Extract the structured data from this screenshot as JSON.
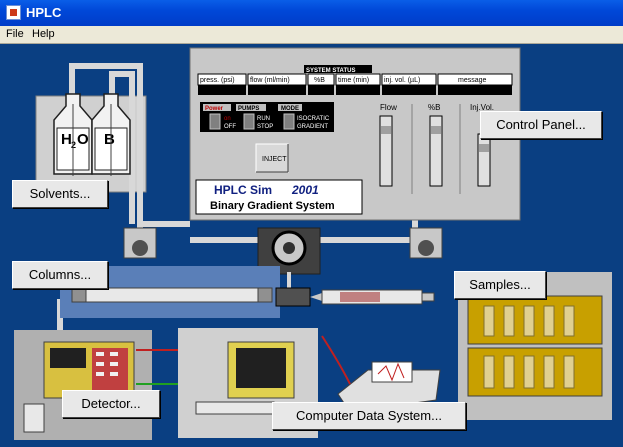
{
  "window": {
    "title": "HPLC"
  },
  "menu": [
    {
      "label": "File"
    },
    {
      "label": "Help"
    }
  ],
  "buttons": {
    "solvents": "Solvents...",
    "columns": "Columns...",
    "control_panel": "Control Panel...",
    "samples": "Samples...",
    "detector": "Detector...",
    "computer": "Computer Data System..."
  },
  "control_panel": {
    "status_title": "SYSTEM STATUS",
    "status_fields": [
      "press. (psi)",
      "flow (ml/min)",
      "%B",
      "time (min)",
      "inj. vol. (µL)",
      "message"
    ],
    "power_label": "Power",
    "power_on": "on",
    "power_off": "OFF",
    "pumps_label": "PUMPS",
    "pumps_run": "RUN",
    "pumps_stop": "STOP",
    "mode_label": "MODE",
    "mode_isocratic": "ISOCRATIC",
    "mode_gradient": "GRADIENT",
    "inject": "INJECT",
    "slider_flow": "Flow",
    "slider_b": "%B",
    "slider_inj": "Inj.Vol.",
    "logo_line1": "HPLC  Sim",
    "logo_year": "2001",
    "logo_line2": "Binary Gradient System"
  },
  "solvents": {
    "a_label": "H",
    "a_sub": "2",
    "a_o": "O",
    "b_label": "B"
  },
  "colors": {
    "background": "#0a3f82",
    "panel": "#c8c8c8",
    "accent": "#c8a000"
  }
}
